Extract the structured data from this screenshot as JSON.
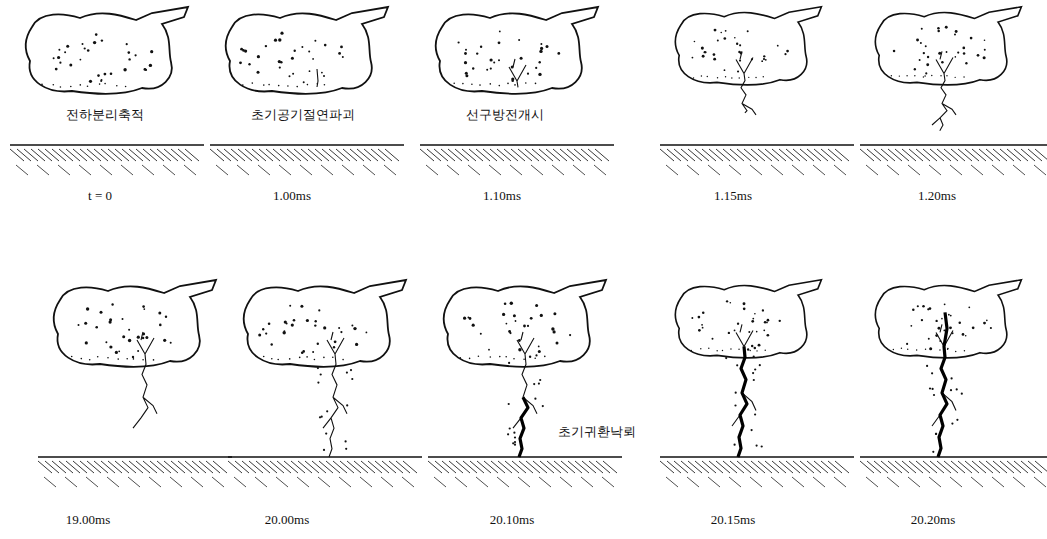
{
  "diagram": {
    "labels": [
      "전하분리축적",
      "초기공기절연파괴",
      "선구방전개시",
      "t = 0",
      "1.00ms",
      "1.10ms",
      "1.15ms",
      "1.20ms",
      "초기귀환낙뢰",
      "19.00ms",
      "20.00ms",
      "20.10ms",
      "20.15ms",
      "20.20ms"
    ]
  }
}
